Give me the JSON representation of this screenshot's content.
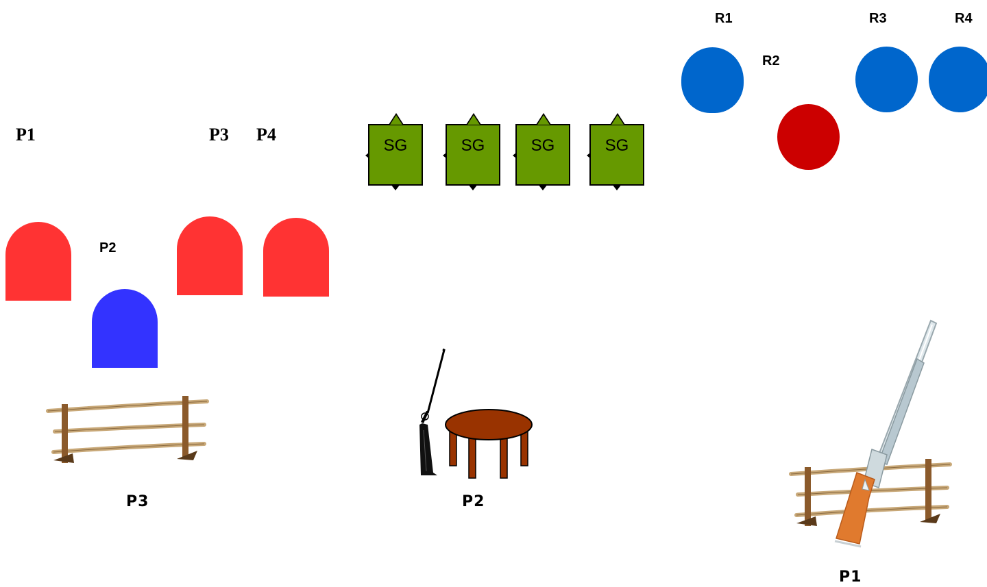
{
  "colors": {
    "red_arch": "#ff3333",
    "blue_arch": "#3333ff",
    "sg_fill": "#669900",
    "blue_disc": "#0066cc",
    "red_disc": "#cc0000",
    "table_top": "#993300",
    "rail_wood": "#c8a878",
    "post_wood": "#8b5a2b",
    "gun_stock": "#e07a2e",
    "gun_metal": "#b8c8d0"
  },
  "top_labels": {
    "p1": "P1",
    "p2": "P2",
    "p3": "P3",
    "p4": "P4"
  },
  "sg_blocks": [
    "SG",
    "SG",
    "SG",
    "SG"
  ],
  "discs": {
    "r1": "R1",
    "r2": "R2",
    "r3": "R3",
    "r4": "R4"
  },
  "stations": {
    "fence_label": "P3",
    "table_label": "P2",
    "fence_gun_label": "P1"
  },
  "icons": {
    "fence": "fence-icon",
    "table": "table-icon",
    "rifle": "rifle-icon",
    "shotgun": "shotgun-icon"
  }
}
